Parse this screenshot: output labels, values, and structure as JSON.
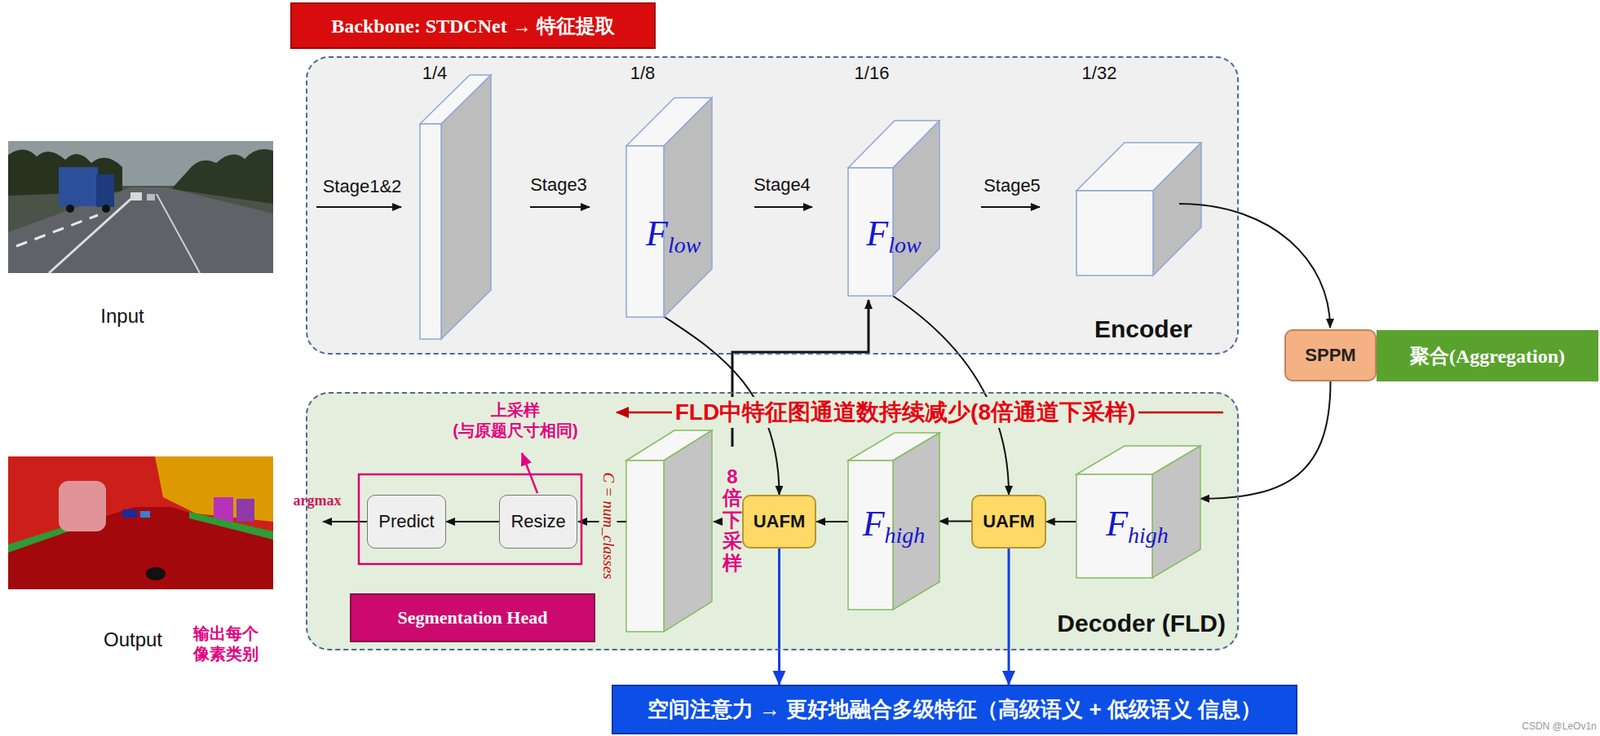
{
  "diagram": {
    "nodes": [
      {
        "text": [
          "Backbone: STDCNet → 特征提取"
        ]
      },
      {
        "text": [
          "Encoder"
        ]
      },
      {
        "text": [
          "F",
          "low"
        ],
        "in": 1
      },
      {
        "text": [
          "F",
          "low"
        ],
        "in": 1
      },
      {
        "text": [
          "SPPM"
        ]
      },
      {
        "text": [
          "聚合(Aggregation)"
        ]
      },
      {
        "text": [
          "Decoder (FLD)"
        ]
      },
      {
        "text": [
          "Predict"
        ],
        "in": 6
      },
      {
        "text": [
          "Resize"
        ],
        "in": 6
      },
      {
        "text": [
          "UAFM"
        ],
        "in": 6
      },
      {
        "text": [
          "F",
          "high"
        ],
        "in": 6
      },
      {
        "text": [
          "UAFM"
        ],
        "in": 6
      },
      {
        "text": [
          "F",
          "high"
        ],
        "in": 6
      },
      {
        "text": [
          "Segmentation Head"
        ],
        "in": 6
      },
      {
        "text": [
          "空间注意力 → 更好地融合多级特征（高级语义 + 低级语义 信息）"
        ]
      }
    ],
    "edges": [
      {
        "from": 2,
        "to": 9,
        "arrow": "to"
      },
      {
        "from": 3,
        "to": 11,
        "arrow": "to"
      },
      {
        "from": 4,
        "to": 12,
        "arrow": "to"
      },
      {
        "from": 12,
        "to": 11,
        "arrow": "to"
      },
      {
        "from": 11,
        "to": 10,
        "arrow": "to"
      },
      {
        "from": 10,
        "to": 9,
        "arrow": "to"
      },
      {
        "from": 8,
        "to": 7,
        "arrow": "to"
      },
      {
        "from": 9,
        "to": 14,
        "arrow": "to"
      },
      {
        "from": 11,
        "to": 14,
        "arrow": "to"
      }
    ],
    "labels": [
      "1/4",
      "1/8",
      "1/16",
      "1/32",
      "Stage1&2",
      "Stage3",
      "Stage4",
      "Stage5",
      "Input",
      "Output",
      "输出每个 像素类别",
      "argmax",
      "上采样 (与原题尺寸相同)",
      "C = num_classes",
      "FLD中特征图通道数持续减少(8倍通道下采样)",
      "8倍下采样",
      "CSDN @LeOv1n"
    ]
  }
}
